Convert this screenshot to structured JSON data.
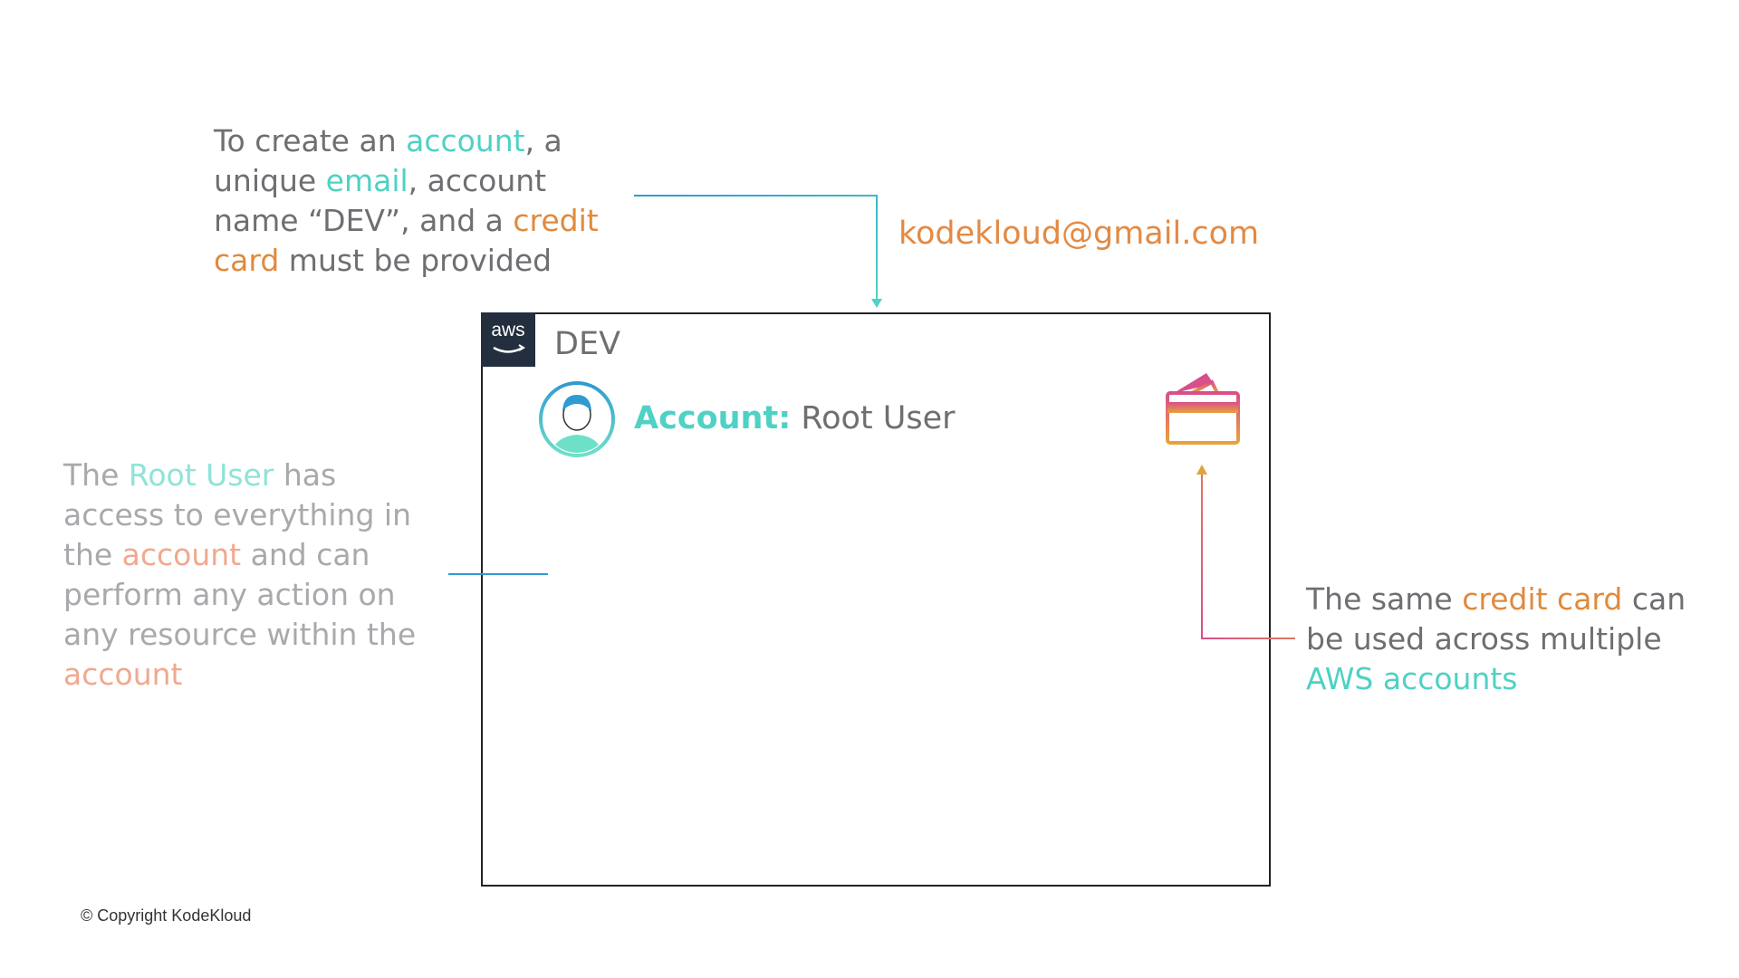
{
  "top_note": {
    "parts": [
      {
        "text": "To create an ",
        "tone": "plain"
      },
      {
        "text": "account",
        "tone": "teal"
      },
      {
        "text": ", a unique ",
        "tone": "plain"
      },
      {
        "text": "email",
        "tone": "teal"
      },
      {
        "text": ", account name “DEV”, and a ",
        "tone": "plain"
      },
      {
        "text": "credit card",
        "tone": "orange"
      },
      {
        "text": " must be provided",
        "tone": "plain"
      }
    ]
  },
  "email": "kodekloud@gmail.com",
  "account_box": {
    "logo_text": "aws",
    "name": "DEV",
    "account_key": "Account:",
    "account_value": "Root User"
  },
  "left_note": {
    "parts": [
      {
        "text": "The ",
        "tone": "plain"
      },
      {
        "text": "Root User",
        "tone": "teal"
      },
      {
        "text": " has access to everything in the ",
        "tone": "plain"
      },
      {
        "text": "account",
        "tone": "orange"
      },
      {
        "text": " and can perform any action on any resource within the ",
        "tone": "plain"
      },
      {
        "text": "account",
        "tone": "orange"
      }
    ]
  },
  "right_note": {
    "parts": [
      {
        "text": "The same ",
        "tone": "plain"
      },
      {
        "text": "credit card",
        "tone": "orange"
      },
      {
        "text": " can be used across multiple ",
        "tone": "plain"
      },
      {
        "text": "AWS accounts",
        "tone": "teal"
      }
    ]
  },
  "copyright": "© Copyright KodeKloud",
  "icons": [
    "aws-logo-icon",
    "user-avatar-icon",
    "credit-card-icon"
  ],
  "colors": {
    "teal": "#4fd1c5",
    "orange": "#e08a3c",
    "pink": "#d94f8a",
    "blue": "#2f9bd1",
    "text": "#6f6f73"
  }
}
